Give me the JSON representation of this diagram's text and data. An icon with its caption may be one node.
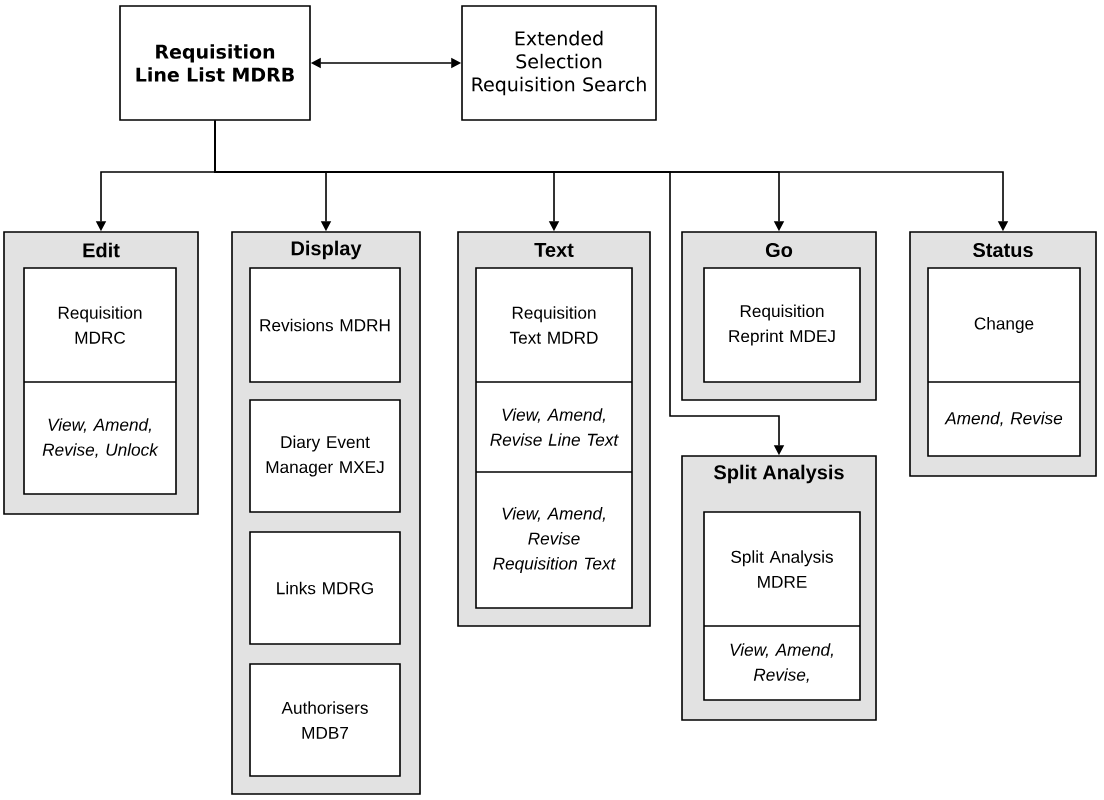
{
  "diagram": {
    "nodes": [
      {
        "text": [
          "Requisition Line List MDRB"
        ]
      },
      {
        "text": [
          "Extended Selection Requisition Search"
        ]
      },
      {
        "text": [
          "Edit"
        ]
      },
      {
        "text": [
          "Requisition MDRC",
          "View, Amend, Revise, Unlock"
        ],
        "in": 2
      },
      {
        "text": [
          "Display"
        ]
      },
      {
        "text": [
          "Revisions MDRH"
        ],
        "in": 4
      },
      {
        "text": [
          "Diary Event Manager MXEJ"
        ],
        "in": 4
      },
      {
        "text": [
          "Links MDRG"
        ],
        "in": 4
      },
      {
        "text": [
          "Authorisers MDB7"
        ],
        "in": 4
      },
      {
        "text": [
          "Text"
        ]
      },
      {
        "text": [
          "Requisition Text MDRD",
          "View, Amend, Revise Line Text",
          "View, Amend, Revise Requisition Text"
        ],
        "in": 9
      },
      {
        "text": [
          "Go"
        ]
      },
      {
        "text": [
          "Requisition Reprint MDEJ"
        ],
        "in": 11
      },
      {
        "text": [
          "Split Analysis"
        ]
      },
      {
        "text": [
          "Split Analysis MDRE",
          "View, Amend, Revise,"
        ],
        "in": 13
      },
      {
        "text": [
          "Status"
        ]
      },
      {
        "text": [
          "Change",
          "Amend, Revise"
        ],
        "in": 15
      }
    ],
    "edges": [
      {
        "from": 0,
        "to": 1,
        "arrow": "both"
      },
      {
        "from": 0,
        "to": 2,
        "arrow": "to"
      },
      {
        "from": 0,
        "to": 4,
        "arrow": "to"
      },
      {
        "from": 0,
        "to": 9,
        "arrow": "to"
      },
      {
        "from": 0,
        "to": 13,
        "arrow": "to"
      },
      {
        "from": 0,
        "to": 11,
        "arrow": "to"
      },
      {
        "from": 0,
        "to": 15,
        "arrow": "to"
      }
    ]
  }
}
